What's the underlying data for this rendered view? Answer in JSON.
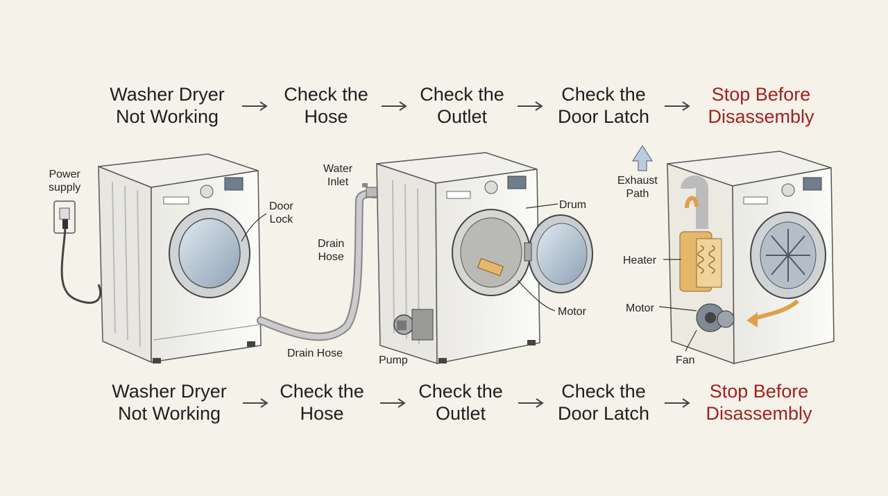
{
  "flow_top": {
    "steps": [
      {
        "line1": "Washer Dryer",
        "line2": "Not Working"
      },
      {
        "line1": "Check the",
        "line2": "Hose"
      },
      {
        "line1": "Check the",
        "line2": "Outlet"
      },
      {
        "line1": "Check the",
        "line2": "Door Latch"
      },
      {
        "line1": "Stop Before",
        "line2": "Disassembly"
      }
    ]
  },
  "flow_bottom": {
    "steps": [
      {
        "line1": "Washer Dryer",
        "line2": "Not Working"
      },
      {
        "line1": "Check the",
        "line2": "Hose"
      },
      {
        "line1": "Check the",
        "line2": "Outlet"
      },
      {
        "line1": "Check the",
        "line2": "Door Latch"
      },
      {
        "line1": "Stop Before",
        "line2": "Disassembly"
      }
    ]
  },
  "labels": {
    "power_supply": {
      "line1": "Power",
      "line2": "supply"
    },
    "door_lock": {
      "line1": "Door",
      "line2": "Lock"
    },
    "water_inlet": {
      "line1": "Water",
      "line2": "Inlet"
    },
    "drain_hose_vertical": {
      "line1": "Drain",
      "line2": "Hose"
    },
    "drain_hose": "Drain Hose",
    "pump": "Pump",
    "drum": "Drum",
    "motor_middle": "Motor",
    "exhaust_path": {
      "line1": "Exhaust",
      "line2": "Path"
    },
    "heater": "Heater",
    "motor_right": "Motor",
    "fan": "Fan"
  },
  "colors": {
    "background": "#f5f2ea",
    "text": "#1e1e1e",
    "stop_text": "#a3201d",
    "heater_fill": "#e6b66a",
    "exhaust_arrow": "#e0a04a",
    "arrow_up_fill": "#b9cde0"
  }
}
